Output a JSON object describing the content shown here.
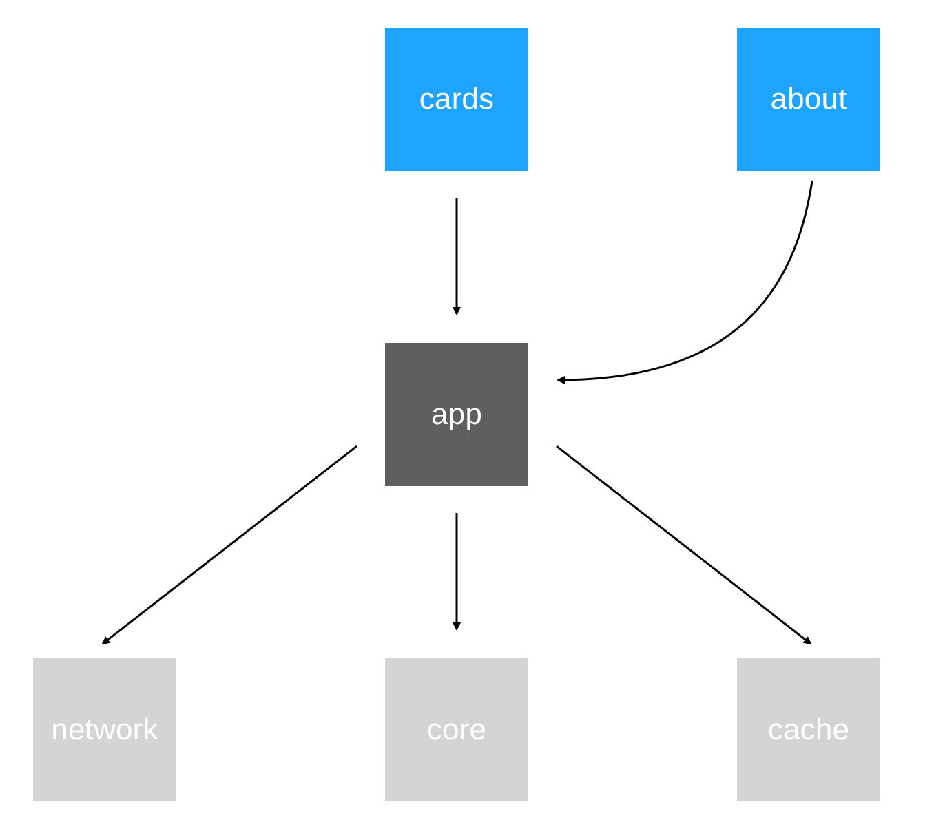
{
  "diagram": {
    "nodes": [
      {
        "id": "cards",
        "label": "cards",
        "color": "#1ea4ff"
      },
      {
        "id": "about",
        "label": "about",
        "color": "#1ea4ff"
      },
      {
        "id": "app",
        "label": "app",
        "color": "#5f5f5f"
      },
      {
        "id": "network",
        "label": "network",
        "color": "#d4d4d4"
      },
      {
        "id": "core",
        "label": "core",
        "color": "#d4d4d4"
      },
      {
        "id": "cache",
        "label": "cache",
        "color": "#d4d4d4"
      }
    ],
    "edges": [
      {
        "from": "cards",
        "to": "app"
      },
      {
        "from": "about",
        "to": "app"
      },
      {
        "from": "app",
        "to": "network"
      },
      {
        "from": "app",
        "to": "core"
      },
      {
        "from": "app",
        "to": "cache"
      }
    ],
    "edge_color": "#000000"
  }
}
